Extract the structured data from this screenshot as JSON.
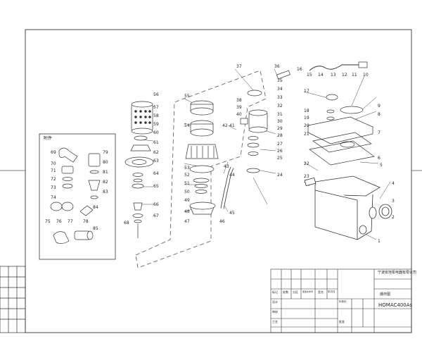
{
  "title_block": {
    "company": "宁波安地泵电器有限公司",
    "drawing_name": "爆炸图",
    "model": "HOMAC400As",
    "grid_text": [
      "标记",
      "处数",
      "分区",
      "更改文件号",
      "签名",
      "年月日",
      "设计",
      "标准化",
      "审核",
      "工艺",
      "批准"
    ]
  },
  "accessory_box": {
    "title": "附件"
  },
  "callouts": {
    "main": [
      "1",
      "2",
      "3",
      "4",
      "5",
      "6",
      "7",
      "8",
      "9",
      "10",
      "11",
      "12",
      "13",
      "14",
      "15",
      "16",
      "17",
      "18",
      "19",
      "20",
      "21",
      "22",
      "23",
      "24",
      "25",
      "26",
      "27",
      "28",
      "29",
      "30",
      "31",
      "32",
      "33",
      "34",
      "35",
      "36",
      "37",
      "38",
      "39",
      "40",
      "41",
      "42",
      "43",
      "44",
      "45",
      "46",
      "47",
      "48",
      "49",
      "50",
      "51",
      "52",
      "53",
      "54",
      "55",
      "56",
      "57",
      "58",
      "59",
      "60",
      "61",
      "62",
      "63",
      "64",
      "65",
      "66",
      "67",
      "68"
    ],
    "accessory": [
      "69",
      "70",
      "71",
      "72",
      "73",
      "74",
      "75",
      "76",
      "77",
      "78",
      "79",
      "80",
      "81",
      "82",
      "83",
      "84",
      "85"
    ]
  }
}
